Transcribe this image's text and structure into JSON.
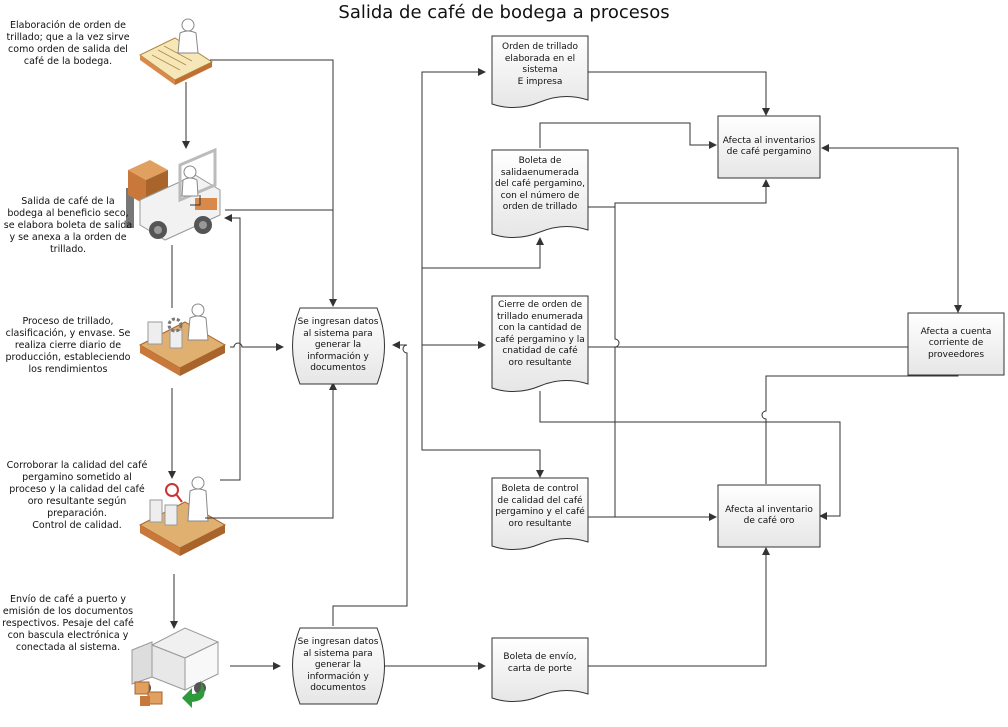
{
  "title": "Salida de café de bodega a procesos",
  "steps": [
    "Elaboración de orden de trillado; que a la vez sirve como orden de salida del café de la bodega.",
    "Salida de café de la bodega al beneficio seco, se elabora boleta de salida y se anexa a la orden de trillado.",
    "Proceso de trillado, clasificación, y envase. Se realiza cierre diario de producción, estableciendo los rendimientos",
    "Corroborar la calidad del café pergamino sometido al proceso y la calidad del café oro resultante  según preparación.\nControl de calidad.",
    "Envío de café a puerto y emisión de los documentos respectivos. Pesaje del café con bascula electrónica y conectada al sistema."
  ],
  "system_inputs": [
    "Se ingresan datos al sistema para generar la información y documentos",
    "Se ingresan datos al sistema para generar la información y documentos"
  ],
  "documents": [
    "Orden de trillado elaborada en el sistema\nE impresa",
    "Boleta de salidaenumerada del café pergamino, con el número de orden de trillado",
    "Cierre de orden de trillado enumerada con la cantidad de café pergamino y la cnatidad de café oro resultante",
    "Boleta de control de calidad del café pergamino y el café oro resultante",
    "Boleta de envío, carta de porte"
  ],
  "effects": [
    "Afecta al inventarios de café pergamino",
    "Afecta al inventario de café oro",
    "Afecta a cuenta corriente de proveedores"
  ],
  "icons": [
    "desk-worker-icon",
    "forklift-icon",
    "processing-line-icon",
    "quality-control-icon",
    "delivery-truck-icon"
  ],
  "colors": {
    "line": "#333333",
    "shape_fill": "#f2f2f2",
    "orange": "#d9894a",
    "cream": "#f6e7b8"
  }
}
